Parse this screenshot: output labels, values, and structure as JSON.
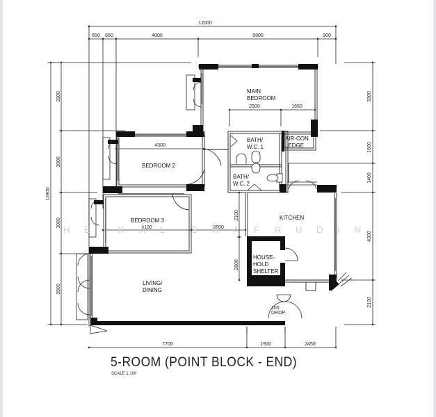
{
  "drawing": {
    "title": "5-ROOM (POINT BLOCK - END)",
    "scale": "SCALE  1:100",
    "watermark": [
      "H",
      "E",
      "I",
      "K",
      "A",
      "L",
      "S",
      "H",
      "A",
      "F",
      "R",
      "U",
      "D",
      "I",
      "N"
    ]
  },
  "dimensions": {
    "top_total": "12000",
    "top_segments": [
      "650",
      "650",
      "4000",
      "5800",
      "900"
    ],
    "left_total": "12800",
    "left_segments": [
      "3300",
      "3000",
      "3000",
      "3500"
    ],
    "right_segments": [
      "3300",
      "1600",
      "1400",
      "4300",
      "2100"
    ],
    "bottom_segments": [
      "7700",
      "1900",
      "2450"
    ],
    "main_bedroom_inner": [
      "2500",
      "1650"
    ],
    "bedroom2_width": "4300",
    "bedroom3_width": "4100",
    "corridor_width": "2800",
    "kitchen_vertical": [
      "2100",
      "2800"
    ]
  },
  "rooms": {
    "main_bedroom": [
      "MAIN",
      "BEDROOM"
    ],
    "bath_wc_1": [
      "BATH/",
      "W.C.  1"
    ],
    "aircon_ledge": [
      "AIR-CON",
      "LEDGE"
    ],
    "bath_wc_2": [
      "BATH/",
      "W.C.  2"
    ],
    "bedroom_2": "BEDROOM  2",
    "bedroom_3": "BEDROOM  3",
    "kitchen": "KITCHEN",
    "household_shelter": [
      "HOUSE-",
      "HOLD",
      "SHELTER"
    ],
    "living_dining": [
      "LIVING/",
      "DINING"
    ],
    "drop": [
      "100",
      "DROP"
    ]
  },
  "colors": {
    "wall": "#111111",
    "line": "#222222",
    "window": "#777777",
    "watermark": "#cfcfcf",
    "frame": "#e4e4e8"
  }
}
